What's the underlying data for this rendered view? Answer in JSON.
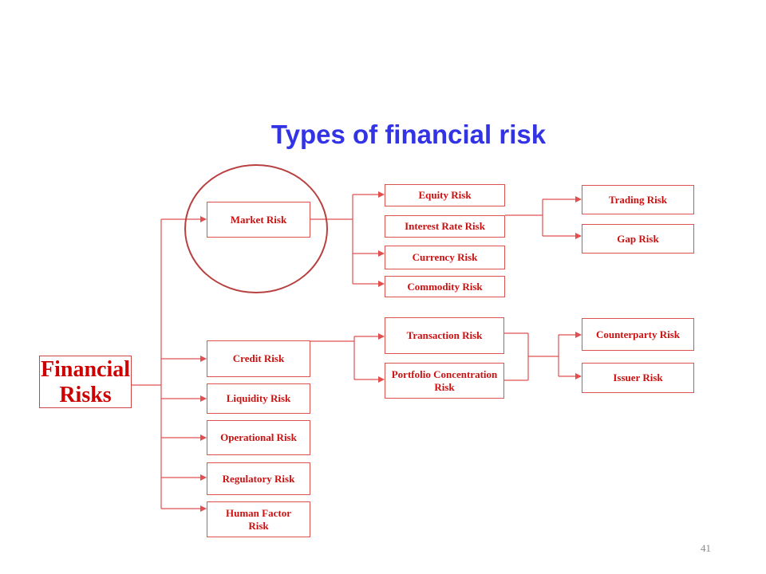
{
  "slide": {
    "title": "Types of financial risk",
    "page_number": "41"
  },
  "diagram": {
    "root": "Financial Risks",
    "level1": {
      "market": "Market Risk",
      "credit": "Credit Risk",
      "liquidity": "Liquidity Risk",
      "operational": "Operational Risk",
      "regulatory": "Regulatory Risk",
      "human_factor": "Human Factor Risk"
    },
    "market_children": {
      "equity": "Equity Risk",
      "interest_rate": "Interest Rate Risk",
      "currency": "Currency Risk",
      "commodity": "Commodity Risk"
    },
    "interest_rate_children": {
      "trading": "Trading Risk",
      "gap": "Gap Risk"
    },
    "credit_children": {
      "transaction": "Transaction Risk",
      "portfolio_concentration": "Portfolio Concentration Risk"
    },
    "credit_level3": {
      "counterparty": "Counterparty Risk",
      "issuer": "Issuer Risk"
    },
    "highlight": "Market Risk",
    "colors": {
      "title": "#3333e6",
      "node_text": "#cc1111",
      "node_border": "#d9534f",
      "connector": "#e05050",
      "highlight_circle": "#b84040"
    }
  }
}
